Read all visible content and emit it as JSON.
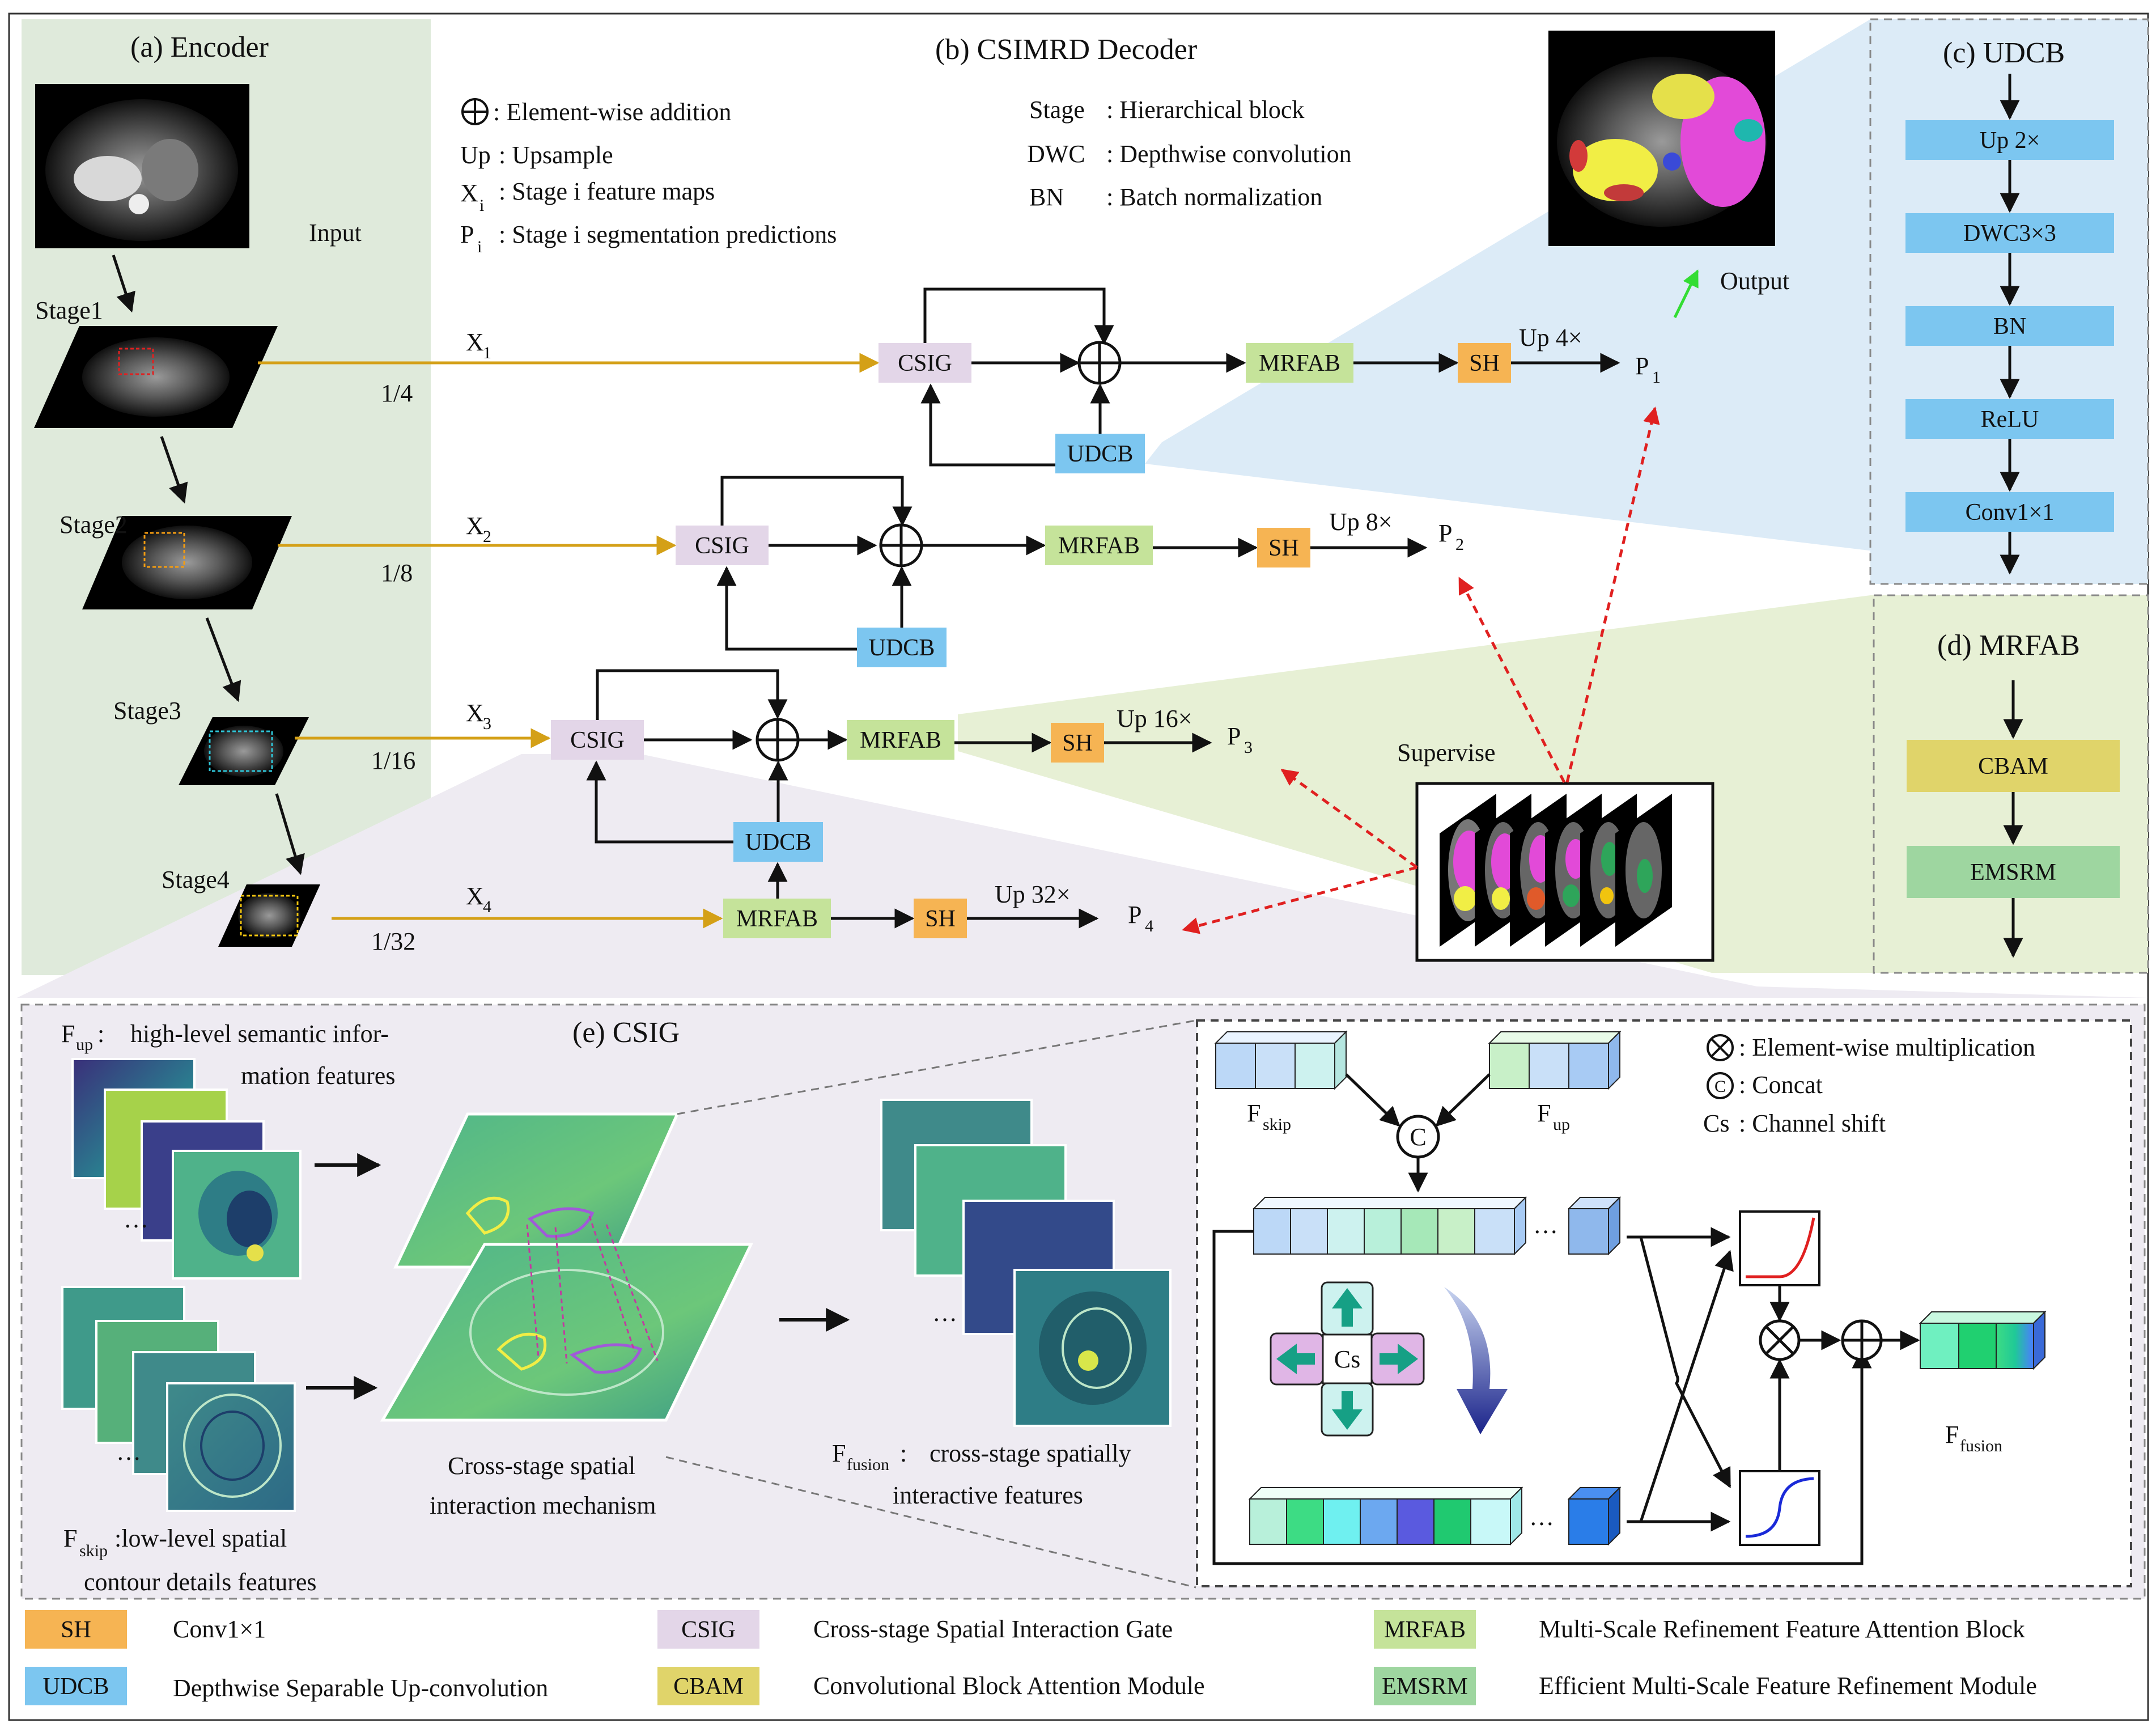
{
  "titles": {
    "encoder": "(a) Encoder",
    "decoder": "(b) CSIMRD Decoder",
    "udcb": "(c) UDCB",
    "mrfab": "(d) MRFAB",
    "csig": "(e) CSIG"
  },
  "encoder": {
    "input_label": "Input",
    "stages": [
      "Stage1",
      "Stage2",
      "Stage3",
      "Stage4"
    ],
    "scales": [
      "1/4",
      "1/8",
      "1/16",
      "1/32"
    ]
  },
  "legend_top": {
    "add_desc": ": Element-wise addition",
    "up_key": "Up",
    "up_desc": ": Upsample",
    "x_key": "X",
    "x_sub": "i",
    "x_desc": ": Stage i feature maps",
    "p_key": "P",
    "p_sub": "i",
    "p_desc": ": Stage i segmentation predictions",
    "stage_key": "Stage",
    "stage_desc": ": Hierarchical block",
    "dwc_key": "DWC",
    "dwc_desc": ": Depthwise  convolution",
    "bn_key": "BN",
    "bn_desc": ": Batch normalization"
  },
  "decoder": {
    "x_labels": [
      {
        "main": "X",
        "sub": "1"
      },
      {
        "main": "X",
        "sub": "2"
      },
      {
        "main": "X",
        "sub": "3"
      },
      {
        "main": "X",
        "sub": "4"
      }
    ],
    "p_labels": [
      {
        "main": "P",
        "sub": "1"
      },
      {
        "main": "P",
        "sub": "2"
      },
      {
        "main": "P",
        "sub": "3"
      },
      {
        "main": "P",
        "sub": "4"
      }
    ],
    "ups": [
      "Up 4×",
      "Up 8×",
      "Up 16×",
      "Up 32×"
    ],
    "csig": "CSIG",
    "udcb": "UDCB",
    "mrfab": "MRFAB",
    "sh": "SH",
    "output": "Output",
    "supervise": "Supervise"
  },
  "udcb_steps": [
    "Up 2×",
    "DWC3×3",
    "BN",
    "ReLU",
    "Conv1×1"
  ],
  "mrfab_steps": [
    "CBAM",
    "EMSRM"
  ],
  "csig_panel": {
    "f_up_main": "F",
    "f_up_sub": "up",
    "f_up_desc_1": "high-level semantic infor-",
    "f_up_desc_2": "mation features",
    "f_skip_main": "F",
    "f_skip_sub": "skip",
    "f_skip_desc_1": ":low-level spatial",
    "f_skip_desc_2": "contour details features",
    "mech_1": "Cross-stage spatial",
    "mech_2": "interaction mechanism",
    "fusion_main": "F",
    "fusion_sub": "fusion",
    "fusion_desc_1": "cross-stage spatially",
    "fusion_desc_2": "interactive features",
    "mult_desc": ": Element-wise multiplication",
    "concat_glyph": "C",
    "concat_desc": ": Concat",
    "cs_key": "Cs",
    "cs_desc": ": Channel shift",
    "cs_center": "Cs",
    "ellipsis": "…"
  },
  "bottom_legend": [
    {
      "key": "SH",
      "desc": "Conv1×1",
      "color": "#f6b453"
    },
    {
      "key": "CSIG",
      "desc": "Cross-stage Spatial Interaction Gate",
      "color": "#e3d6e8"
    },
    {
      "key": "MRFAB",
      "desc": "Multi-Scale Refinement Feature Attention Block",
      "color": "#c5e39a"
    },
    {
      "key": "UDCB",
      "desc": "Depthwise Separable Up-convolution",
      "color": "#7cc6f0"
    },
    {
      "key": "CBAM",
      "desc": "Convolutional Block Attention Module",
      "color": "#e0d46a"
    },
    {
      "key": "EMSRM",
      "desc": "Efficient Multi-Scale Feature Refinement Module",
      "color": "#9ed6a0"
    }
  ],
  "colors": {
    "encoder_bg": "#dfeadb",
    "udcb_panel": "#dcebf7",
    "mrfab_panel": "#e7f0d5",
    "csig_panel": "#eeebf2",
    "skip_line": "#d4a017",
    "supervise_arrow": "#e02020",
    "output_arrow": "#33dd33"
  }
}
